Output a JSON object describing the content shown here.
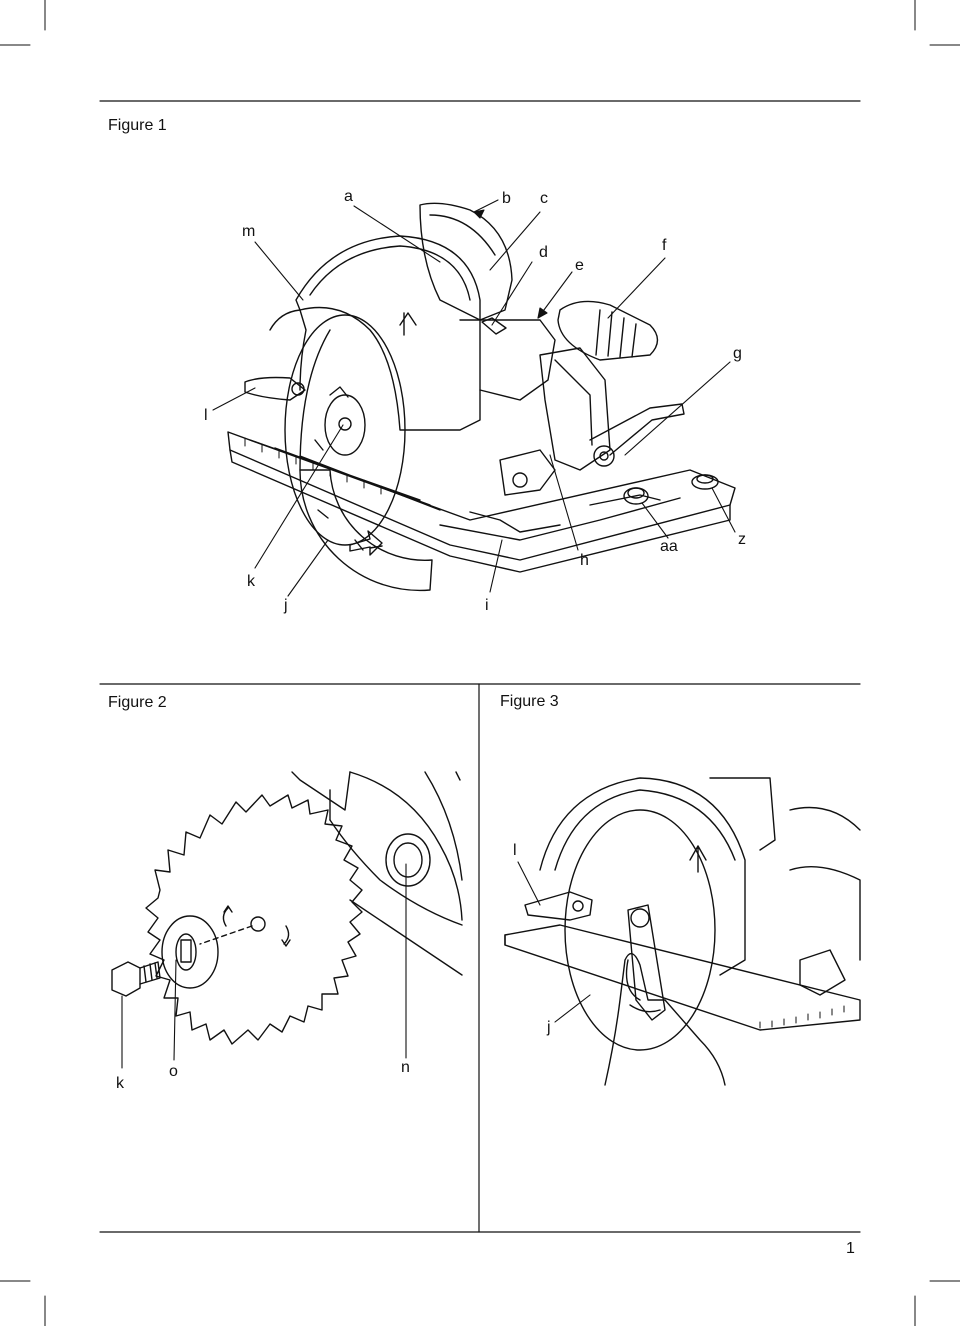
{
  "figure1": {
    "title": "Figure 1",
    "labels": {
      "a": "a",
      "b": "b",
      "c": "c",
      "d": "d",
      "e": "e",
      "f": "f",
      "g": "g",
      "h": "h",
      "i": "i",
      "j": "j",
      "k": "k",
      "l": "l",
      "m": "m",
      "z": "z",
      "aa": "aa"
    }
  },
  "figure2": {
    "title": "Figure 2",
    "labels": {
      "k": "k",
      "o": "o",
      "n": "n"
    }
  },
  "figure3": {
    "title": "Figure 3",
    "labels": {
      "l": "l",
      "j": "j"
    }
  },
  "page_number": "1"
}
